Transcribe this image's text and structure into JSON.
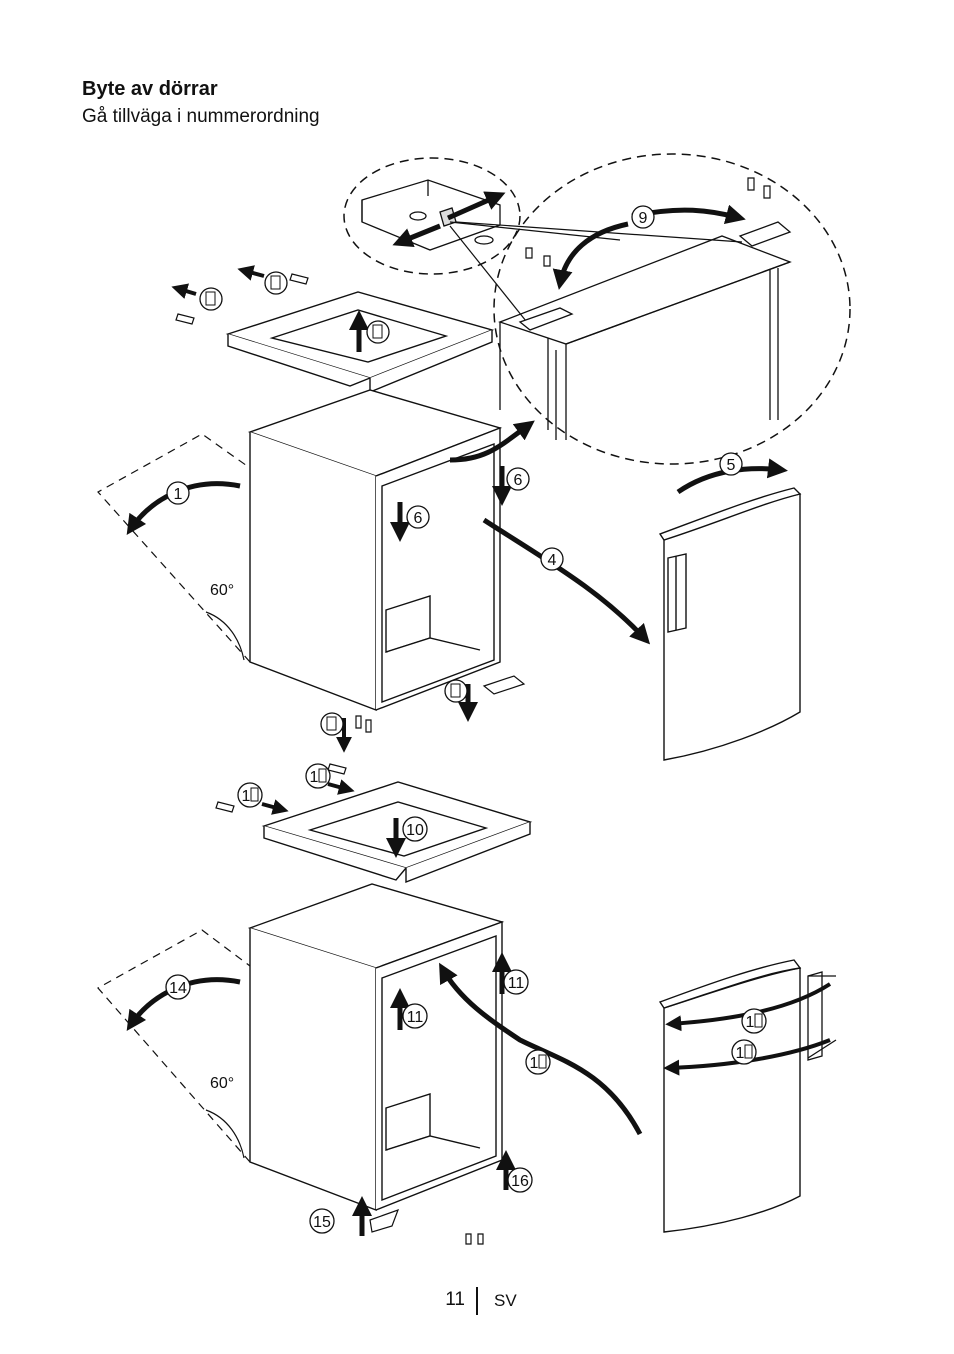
{
  "header": {
    "title": "Byte av dörrar",
    "subtitle": "Gå tillväga i nummerordning"
  },
  "step_labels": {
    "s1": "1",
    "s4": "4",
    "s5": "5",
    "s6a": "6",
    "s6b": "6",
    "s9": "9",
    "s10": "10",
    "s11a": "11",
    "s11b": "11",
    "s14": "14",
    "s15": "15",
    "s16": "16",
    "box_a": "",
    "box_b": "",
    "box_c": "",
    "box_d": "",
    "box_e": "",
    "one_box_a": "1",
    "one_box_b": "1",
    "one_box_c": "1",
    "one_box_d": "1",
    "one_box_e": "1"
  },
  "angles": {
    "top": "60°",
    "bottom": "60°"
  },
  "footer": {
    "page_number": "11",
    "language": "SV"
  }
}
